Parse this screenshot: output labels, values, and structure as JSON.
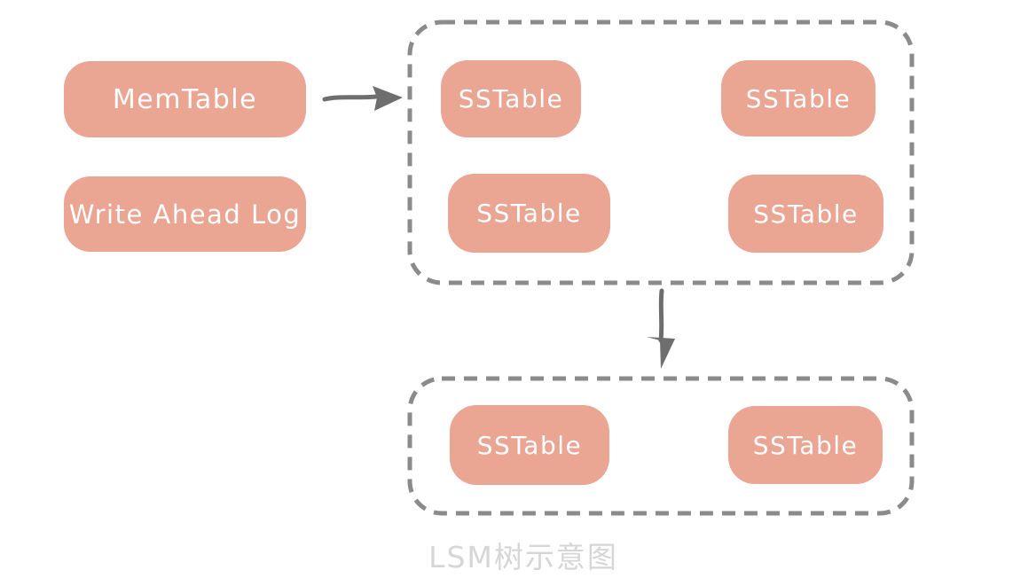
{
  "diagram": {
    "caption": "LSM树示意图",
    "memtable": {
      "label": "MemTable"
    },
    "write_ahead_log": {
      "label": "Write Ahead Log"
    },
    "level1_container": {
      "items": [
        "SSTable",
        "SSTable",
        "SSTable",
        "SSTable"
      ]
    },
    "level2_container": {
      "items": [
        "SSTable",
        "SSTable"
      ]
    },
    "arrows": [
      {
        "name": "arrow-right-memtable-to-level1",
        "direction": "right"
      },
      {
        "name": "arrow-down-level1-to-level2",
        "direction": "down"
      }
    ],
    "colors": {
      "node_fill": "#EBA593",
      "node_text": "#FFFFFF",
      "container_border": "#8B8B8B",
      "arrow": "#6E6E6E",
      "caption_text": "#D6D6D6"
    }
  }
}
